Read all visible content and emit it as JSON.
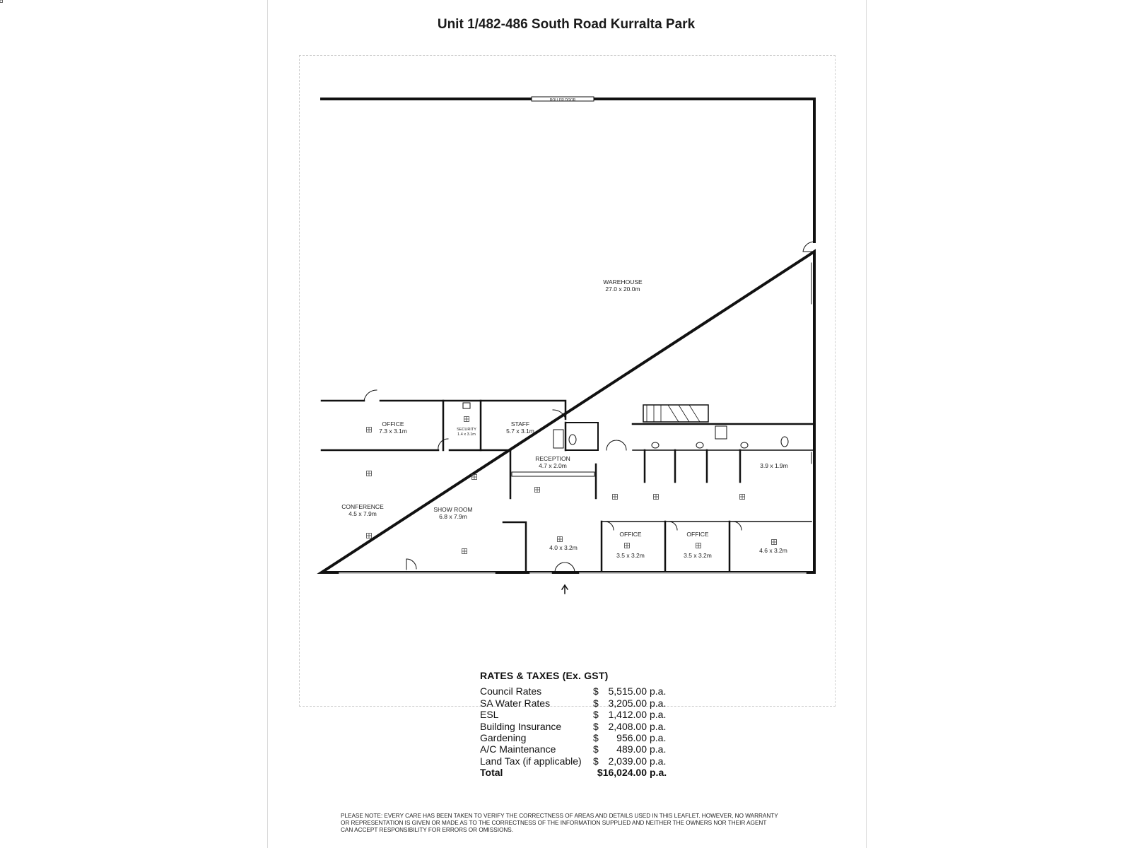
{
  "title": "Unit 1/482-486 South Road Kurralta Park",
  "plan": {
    "roller_door": "ROLLER DOOR",
    "rooms": [
      {
        "name": "WAREHOUSE",
        "size": "27.0 x 20.0m"
      },
      {
        "name": "OFFICE",
        "size": "7.3 x 3.1m"
      },
      {
        "name": "SECURITY",
        "size": "1.4 x 3.1m"
      },
      {
        "name": "STAFF",
        "size": "5.7 x 3.1m"
      },
      {
        "name": "RECEPTION",
        "size": "4.7 x 2.0m"
      },
      {
        "name": "",
        "size": "3.9 x 1.9m"
      },
      {
        "name": "CONFERENCE",
        "size": "4.5 x 7.9m"
      },
      {
        "name": "SHOW ROOM",
        "size": "6.8 x 7.9m"
      },
      {
        "name": "",
        "size": "4.0 x 3.2m"
      },
      {
        "name": "OFFICE",
        "size": "3.5 x 3.2m"
      },
      {
        "name": "OFFICE",
        "size": "3.5 x 3.2m"
      },
      {
        "name": "",
        "size": "4.6 x 3.2m"
      }
    ]
  },
  "rates": {
    "heading": "RATES & TAXES (Ex. GST)",
    "items": [
      {
        "name": "Council Rates",
        "currency": "$",
        "amount": "5,515.00",
        "period": "p.a."
      },
      {
        "name": "SA Water Rates",
        "currency": "$",
        "amount": "3,205.00",
        "period": "p.a."
      },
      {
        "name": "ESL",
        "currency": "$",
        "amount": "1,412.00",
        "period": "p.a."
      },
      {
        "name": "Building Insurance",
        "currency": "$",
        "amount": "2,408.00",
        "period": "p.a."
      },
      {
        "name": "Gardening",
        "currency": "$",
        "amount": "956.00",
        "period": "p.a."
      },
      {
        "name": "A/C Maintenance",
        "currency": "$",
        "amount": "489.00",
        "period": "p.a."
      },
      {
        "name": "Land Tax (if applicable)",
        "currency": "$",
        "amount": "2,039.00",
        "period": "p.a."
      }
    ],
    "total": {
      "name": "Total",
      "amount": "$16,024.00",
      "period": "p.a."
    }
  },
  "note": "PLEASE NOTE: EVERY CARE HAS BEEN TAKEN TO VERIFY THE CORRECTNESS OF AREAS AND DETAILS USED IN THIS LEAFLET. HOWEVER, NO WARRANTY OR REPRESENTATION IS GIVEN OR MADE AS TO THE CORRECTNESS OF THE INFORMATION SUPPLIED AND NEITHER THE OWNERS NOR THEIR AGENT CAN ACCEPT RESPONSIBILITY FOR ERRORS OR OMISSIONS."
}
